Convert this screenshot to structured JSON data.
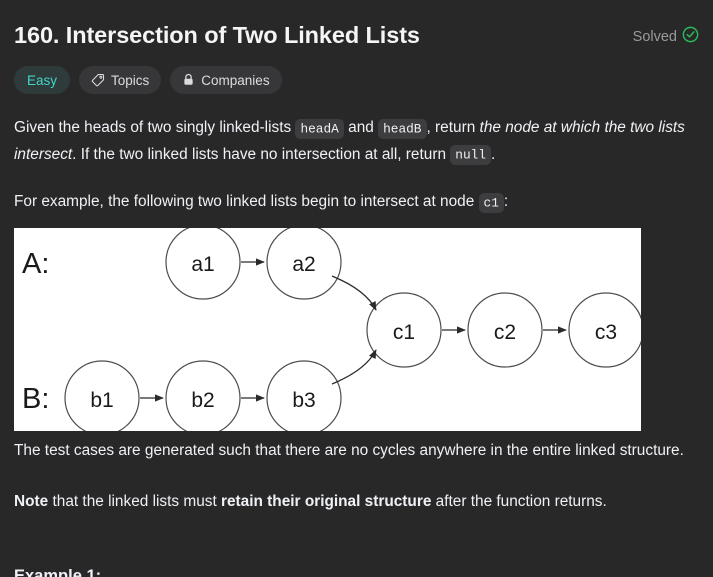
{
  "header": {
    "title": "160. Intersection of Two Linked Lists",
    "status_label": "Solved",
    "status_icon": "check-circle-icon",
    "status_color": "#2cbb5d"
  },
  "badges": [
    {
      "label": "Easy",
      "icon": null,
      "color": "#41d6c6",
      "name": "difficulty-badge"
    },
    {
      "label": "Topics",
      "icon": "tag-icon",
      "color": "#dcdcdc",
      "name": "topics-button"
    },
    {
      "label": "Companies",
      "icon": "lock-icon",
      "color": "#dcdcdc",
      "name": "companies-button"
    }
  ],
  "description": {
    "p1_a": "Given the heads of two singly linked-lists ",
    "p1_code1": "headA",
    "p1_b": " and ",
    "p1_code2": "headB",
    "p1_c": ", return ",
    "p1_em": "the node at which the two lists intersect",
    "p1_d": ". If the two linked lists have no intersection at all, return ",
    "p1_code3": "null",
    "p1_e": ".",
    "p2_a": "For example, the following two linked lists begin to intersect at node ",
    "p2_code": "c1",
    "p2_b": ":",
    "p3": "The test cases are generated such that there are no cycles anywhere in the entire linked structure.",
    "p4_bold1": "Note",
    "p4_a": " that the linked lists must ",
    "p4_bold2": "retain their original structure",
    "p4_b": " after the function returns."
  },
  "section": {
    "next_heading": "Example 1:"
  },
  "diagram": {
    "row_label_a": "A:",
    "row_label_b": "B:",
    "node_a1": "a1",
    "node_a2": "a2",
    "node_b1": "b1",
    "node_b2": "b2",
    "node_b3": "b3",
    "node_c1": "c1",
    "node_c2": "c2",
    "node_c3": "c3",
    "stroke_color": "#4d4d4d",
    "text_color": "#1a1a1a",
    "background": "#ffffff"
  }
}
